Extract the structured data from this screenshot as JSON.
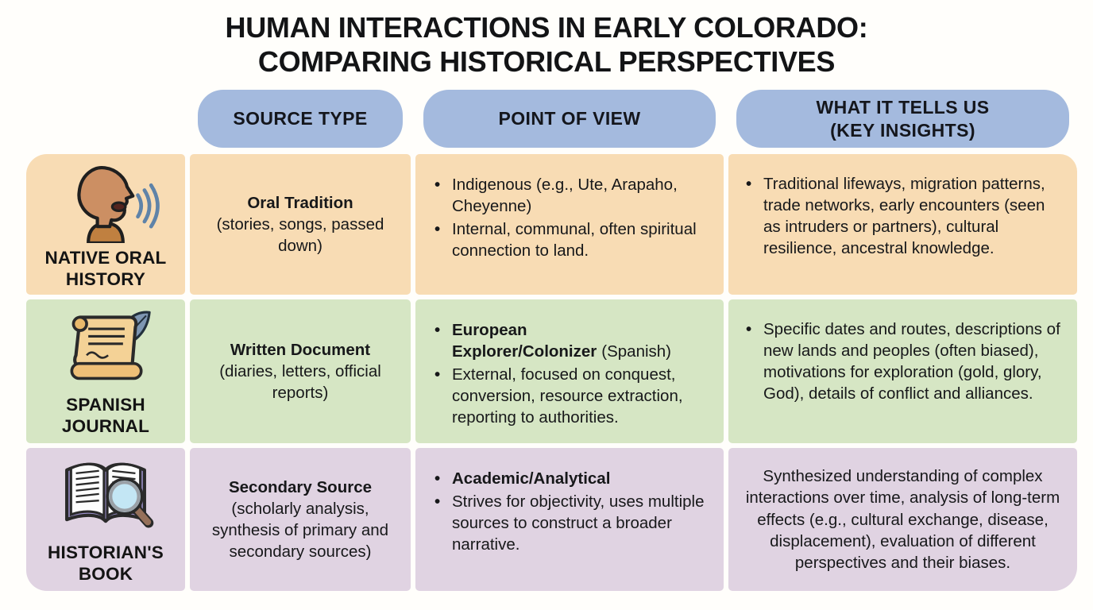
{
  "title": {
    "line1": "HUMAN INTERACTIONS IN EARLY COLORADO:",
    "line2": "COMPARING HISTORICAL PERSPECTIVES"
  },
  "colors": {
    "header_bg": "#a4bade",
    "row1_bg": "#f8dcb4",
    "row2_bg": "#d6e6c4",
    "row3_bg": "#e0d3e2",
    "page_bg": "#fffefb",
    "sound_wave_blue": "#5f83a8",
    "skin_tan": "#cc8f63",
    "parchment_tan": "#f4d296",
    "quill_blue": "#7e96b2",
    "book_cover_purple": "#9c90cc",
    "lens_blue": "#c3e6f4"
  },
  "header": {
    "source_type": "SOURCE TYPE",
    "point_of_view": "POINT OF VIEW",
    "insights_line1": "WHAT IT TELLS US",
    "insights_line2": "(KEY INSIGHTS)"
  },
  "rows": [
    {
      "label": "NATIVE ORAL HISTORY",
      "icon": "person-speaking-icon",
      "bg": "#f8dcb4",
      "source_bold": "Oral Tradition",
      "source_rest": "(stories, songs, passed down)",
      "pov": [
        {
          "b": "",
          "t": "Indigenous (e.g., Ute, Arapaho, Cheyenne)"
        },
        {
          "b": "",
          "t": "Internal, communal, often spiritual connection to land."
        }
      ],
      "insights": [
        {
          "b": "",
          "t": "Traditional lifeways, migration patterns, trade networks, early encounters (seen as intruders or partners), cultural resilience, ancestral knowledge."
        }
      ]
    },
    {
      "label": "SPANISH JOURNAL",
      "icon": "scroll-quill-icon",
      "bg": "#d6e6c4",
      "source_bold": "Written Document",
      "source_rest": "(diaries, letters, official reports)",
      "pov": [
        {
          "b": "European Explorer/Colonizer",
          "t": "(Spanish)"
        },
        {
          "b": "",
          "t": "External, focused on conquest, conversion, resource extraction, reporting to authorities."
        }
      ],
      "insights": [
        {
          "b": "",
          "t": "Specific dates and routes, descriptions of new lands and peoples (often biased), motivations for exploration (gold, glory, God), details of conflict and alliances."
        }
      ]
    },
    {
      "label": "HISTORIAN'S BOOK",
      "icon": "open-book-magnifier-icon",
      "bg": "#e0d3e2",
      "source_bold": "Secondary Source",
      "source_rest": "(scholarly analysis, synthesis of primary and secondary sources)",
      "pov": [
        {
          "b": "Academic/Analytical",
          "t": ""
        },
        {
          "b": "",
          "t": "Strives for objectivity, uses multiple sources to construct a broader narrative."
        }
      ],
      "insights_para": "Synthesized understanding of complex interactions over time, analysis of long-term effects (e.g., cultural exchange, disease, displacement), evaluation of different perspectives and their biases."
    }
  ]
}
